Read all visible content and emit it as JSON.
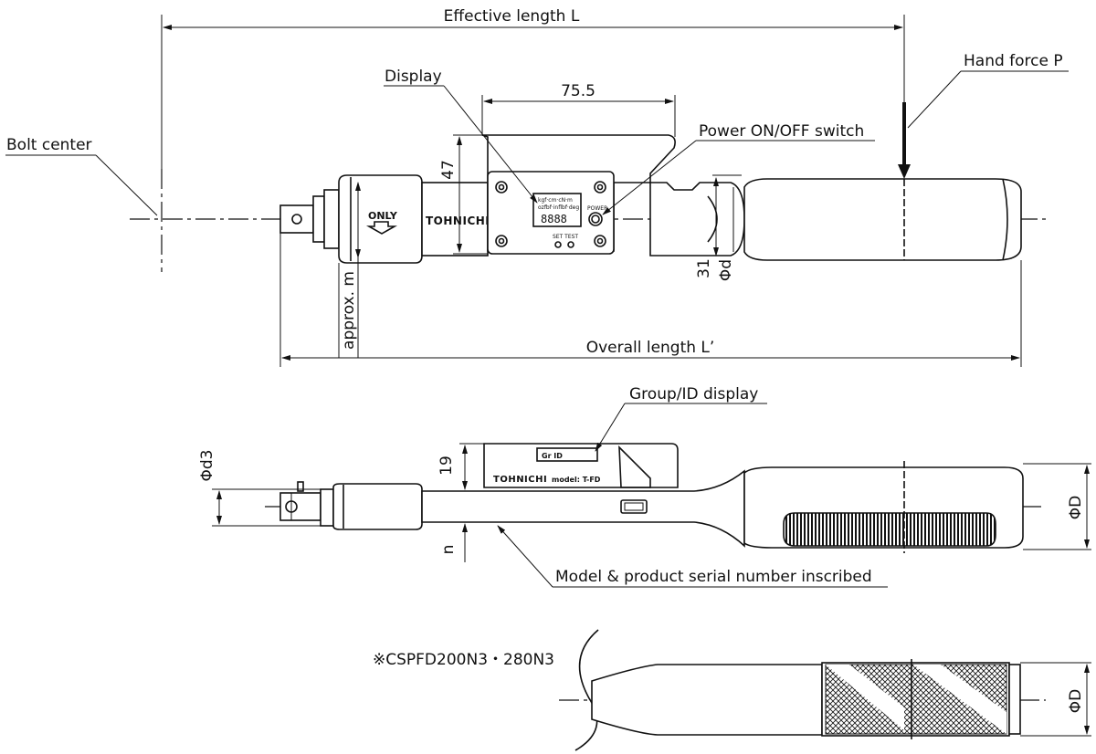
{
  "labels": {
    "effective_length": "Effective length L",
    "hand_force": "Hand force P",
    "bolt_center": "Bolt center",
    "display": "Display",
    "dim_75_5": "75.5",
    "power_switch": "Power ON/OFF switch",
    "dim_47": "47",
    "dim_31": "31",
    "phi_d": "Φd",
    "approx_m": "approx.  m",
    "overall_length": "Overall length L’",
    "group_id_display": "Group/ID display",
    "phi_d3": "Φd3",
    "dim_19": "19",
    "n": "n",
    "phi_D_side": "ΦD",
    "model_serial": "Model & product serial number inscribed",
    "variant_note": "※CSPFD200N3・280N3",
    "phi_D_variant": "ΦD"
  },
  "tool_markings": {
    "only": "ONLY",
    "brand_top": "TOHNICHI",
    "units_line1": "kgf·cm·cN·m",
    "units_line2": "ozfbf·inflbf·deg",
    "digits": "8888",
    "power": "POWER",
    "set_test": "SET TEST",
    "gr_id": "Gr    ID",
    "brand_side": "TOHNICHI",
    "model": "model: T-FD"
  }
}
